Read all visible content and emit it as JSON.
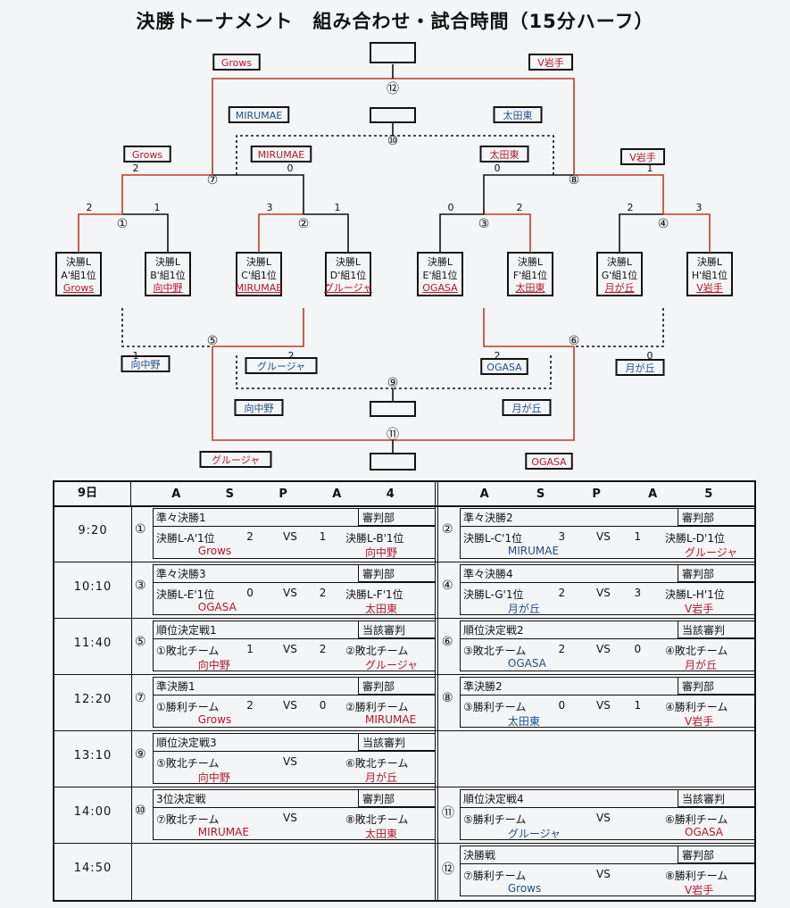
{
  "title": "決勝トーナメント　組み合わせ・試合時間（15分ハーフ）",
  "colors": {
    "red": "#b5162a",
    "blue": "#1f4e8c",
    "line_red": "#c0392b",
    "ink": "#111111"
  },
  "bracket": {
    "slots": [
      {
        "line1": "決勝L",
        "line2": "A'組1位",
        "team": "Grows",
        "team_color": "red"
      },
      {
        "line1": "決勝L",
        "line2": "B'組1位",
        "team": "向中野",
        "team_color": "red"
      },
      {
        "line1": "決勝L",
        "line2": "C'組1位",
        "team": "MIRUMAE",
        "team_color": "red"
      },
      {
        "line1": "決勝L",
        "line2": "D'組1位",
        "team": "グルージャ",
        "team_color": "red"
      },
      {
        "line1": "決勝L",
        "line2": "E'組1位",
        "team": "OGASA",
        "team_color": "red"
      },
      {
        "line1": "決勝L",
        "line2": "F'組1位",
        "team": "太田東",
        "team_color": "red"
      },
      {
        "line1": "決勝L",
        "line2": "G'組1位",
        "team": "月が丘",
        "team_color": "red"
      },
      {
        "line1": "決勝L",
        "line2": "H'組1位",
        "team": "V岩手",
        "team_color": "red"
      }
    ],
    "match_numbers": [
      "①",
      "②",
      "③",
      "④",
      "⑤",
      "⑥",
      "⑦",
      "⑧",
      "⑨",
      "⑩",
      "⑪",
      "⑫"
    ],
    "r1_scores": [
      [
        "2",
        "1"
      ],
      [
        "3",
        "1"
      ],
      [
        "0",
        "2"
      ],
      [
        "2",
        "3"
      ]
    ],
    "qf_winners": [
      "Grows",
      "MIRUMAE",
      "太田東",
      "V岩手"
    ],
    "qf_scores": [
      [
        "2",
        "0"
      ],
      [
        "0",
        "1"
      ]
    ],
    "sf_winners": [
      "Grows",
      "V岩手"
    ],
    "third_place_teams": [
      "MIRUMAE",
      "太田東"
    ],
    "placement_losers": [
      "向中野",
      "グルージャ",
      "OGASA",
      "月が丘"
    ],
    "placement_scores": [
      [
        "1",
        "2"
      ],
      [
        "2",
        "0"
      ]
    ],
    "placement_final9": [
      "向中野",
      "月が丘"
    ],
    "placement_final11": [
      "グルージャ",
      "OGASA"
    ]
  },
  "schedule": {
    "day": "9日",
    "venue_left": [
      "A",
      "S",
      "P",
      "A",
      "4"
    ],
    "venue_right": [
      "A",
      "S",
      "P",
      "A",
      "5"
    ],
    "rows": [
      {
        "time": "9:20",
        "left": {
          "num": "①",
          "name": "準々決勝1",
          "ref": "審判部",
          "t1": "決勝L-A'1位",
          "s1": "2",
          "vs": "VS",
          "s2": "1",
          "t2": "決勝L-B'1位",
          "n1": "Grows",
          "n2": "向中野"
        },
        "right": {
          "num": "②",
          "name": "準々決勝2",
          "ref": "審判部",
          "t1": "決勝L-C'1位",
          "s1": "3",
          "vs": "VS",
          "s2": "1",
          "t2": "決勝L-D'1位",
          "n1": "MIRUMAE",
          "n2": "グルージャ"
        }
      },
      {
        "time": "10:10",
        "left": {
          "num": "③",
          "name": "準々決勝3",
          "ref": "審判部",
          "t1": "決勝L-E'1位",
          "s1": "0",
          "vs": "VS",
          "s2": "2",
          "t2": "決勝L-F'1位",
          "n1": "OGASA",
          "n2": "太田東"
        },
        "right": {
          "num": "④",
          "name": "準々決勝4",
          "ref": "審判部",
          "t1": "決勝L-G'1位",
          "s1": "2",
          "vs": "VS",
          "s2": "3",
          "t2": "決勝L-H'1位",
          "n1": "月が丘",
          "n2": "V岩手"
        }
      },
      {
        "time": "11:40",
        "left": {
          "num": "⑤",
          "name": "順位決定戦1",
          "ref": "当該審判",
          "t1": "①敗北チーム",
          "s1": "1",
          "vs": "VS",
          "s2": "2",
          "t2": "②敗北チーム",
          "n1": "向中野",
          "n2": "グルージャ"
        },
        "right": {
          "num": "⑥",
          "name": "順位決定戦2",
          "ref": "当該審判",
          "t1": "③敗北チーム",
          "s1": "2",
          "vs": "VS",
          "s2": "0",
          "t2": "④敗北チーム",
          "n1": "OGASA",
          "n2": "月が丘"
        }
      },
      {
        "time": "12:20",
        "left": {
          "num": "⑦",
          "name": "準決勝1",
          "ref": "審判部",
          "t1": "①勝利チーム",
          "s1": "2",
          "vs": "VS",
          "s2": "0",
          "t2": "②勝利チーム",
          "n1": "Grows",
          "n2": "MIRUMAE"
        },
        "right": {
          "num": "⑧",
          "name": "準決勝2",
          "ref": "審判部",
          "t1": "③勝利チーム",
          "s1": "0",
          "vs": "VS",
          "s2": "1",
          "t2": "④勝利チーム",
          "n1": "太田東",
          "n2": "V岩手"
        }
      },
      {
        "time": "13:10",
        "left": {
          "num": "⑨",
          "name": "順位決定戦3",
          "ref": "当該審判",
          "t1": "⑤敗北チーム",
          "s1": "",
          "vs": "VS",
          "s2": "",
          "t2": "⑥敗北チーム",
          "n1": "向中野",
          "n2": "月が丘"
        },
        "right": null
      },
      {
        "time": "14:00",
        "left": {
          "num": "⑩",
          "name": "3位決定戦",
          "ref": "審判部",
          "t1": "⑦敗北チーム",
          "s1": "",
          "vs": "VS",
          "s2": "",
          "t2": "⑧敗北チーム",
          "n1": "MIRUMAE",
          "n2": "太田東"
        },
        "right": {
          "num": "⑪",
          "name": "順位決定戦4",
          "ref": "当該審判",
          "t1": "⑤勝利チーム",
          "s1": "",
          "vs": "VS",
          "s2": "",
          "t2": "⑥勝利チーム",
          "n1": "グルージャ",
          "n2": "OGASA"
        }
      },
      {
        "time": "14:50",
        "left": null,
        "right": {
          "num": "⑫",
          "name": "決勝戦",
          "ref": "審判部",
          "t1": "⑦勝利チーム",
          "s1": "",
          "vs": "VS",
          "s2": "",
          "t2": "⑧勝利チーム",
          "n1": "Grows",
          "n2": "V岩手"
        }
      }
    ]
  }
}
